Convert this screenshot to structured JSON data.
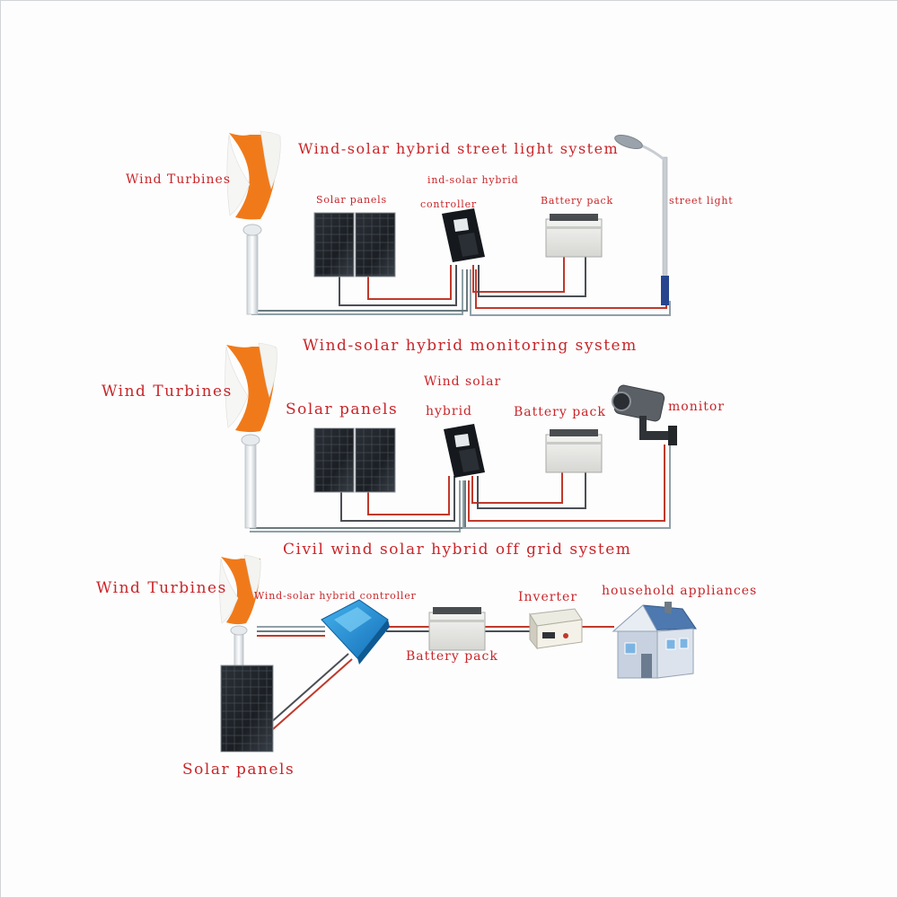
{
  "sections": {
    "street_light": {
      "title": "Wind-solar hybrid street light system",
      "wind_turbines": "Wind Turbines",
      "solar_panels": "Solar panels",
      "controller_line1": "ind-solar hybrid",
      "controller_line2": "controller",
      "battery_pack": "Battery pack",
      "street_light": "street light"
    },
    "monitoring": {
      "title": "Wind-solar hybrid monitoring system",
      "wind_turbines": "Wind Turbines",
      "solar_panels": "Solar panels",
      "hybrid_line1": "Wind solar",
      "hybrid_line2": "hybrid",
      "battery_pack": "Battery pack",
      "monitor": "monitor"
    },
    "off_grid": {
      "title": "Civil wind solar hybrid off grid system",
      "wind_turbines": "Wind Turbines",
      "controller": "Wind-solar hybrid controller",
      "inverter": "Inverter",
      "household_appliances": "household appliances",
      "battery_pack": "Battery pack",
      "solar_panels": "Solar panels"
    }
  },
  "colors": {
    "label_red": "#c8262a",
    "wire_red": "#c0392b",
    "wire_dark": "#4a4f55",
    "turbine_orange": "#f07a1a",
    "panel_dark": "#23272d",
    "controller_blue": "#1e90d6"
  }
}
